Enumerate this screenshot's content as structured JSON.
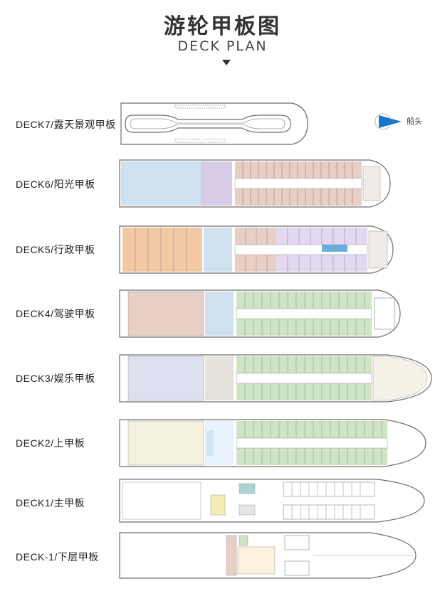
{
  "header": {
    "title": "游轮甲板图",
    "subtitle": "DECK PLAN"
  },
  "bow_label": "船头",
  "colors": {
    "pink": "#e8cfc6",
    "blue": "#cfe1ef",
    "lavender": "#d8cbe7",
    "orange": "#f3c9a4",
    "green": "#cfe3c5",
    "purple_light": "#e2d8f0",
    "accent_blue": "#1976c8",
    "teal": "#a9d6d3",
    "yellow": "#f7ecb5",
    "outline": "#6d6d6d"
  },
  "decks": [
    {
      "id": "deck7",
      "label": "DECK7/露天景观甲板"
    },
    {
      "id": "deck6",
      "label": "DECK6/阳光甲板"
    },
    {
      "id": "deck5",
      "label": "DECK5/行政甲板"
    },
    {
      "id": "deck4",
      "label": "DECK4/驾驶甲板"
    },
    {
      "id": "deck3",
      "label": "DECK3/娱乐甲板"
    },
    {
      "id": "deck2",
      "label": "DECK2/上甲板"
    },
    {
      "id": "deck1",
      "label": "DECK1/主甲板"
    },
    {
      "id": "deckm1",
      "label": "DECK-1/下层甲板"
    }
  ]
}
